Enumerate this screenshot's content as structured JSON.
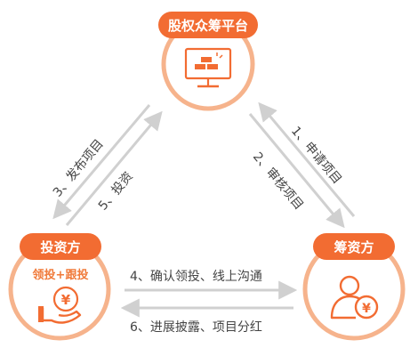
{
  "colors": {
    "accent": "#f26c32",
    "ring": "#f6b38c",
    "arrow": "#d0d0d0",
    "text": "#444444"
  },
  "nodes": {
    "platform": {
      "label": "股权众筹平台",
      "icon": "gold-bars-monitor-icon"
    },
    "investor": {
      "label": "投资方",
      "sub_label": "领投+跟投",
      "icon": "hand-yen-coin-icon"
    },
    "fundraiser": {
      "label": "筹资方",
      "icon": "person-yen-coin-icon"
    }
  },
  "edges": {
    "e1": "1、申请项目",
    "e2": "2、审核项目",
    "e3": "3、发布项目",
    "e4": "4、确认领投、线上沟通",
    "e5": "5、投资",
    "e6": "6、进展披露、项目分红"
  }
}
